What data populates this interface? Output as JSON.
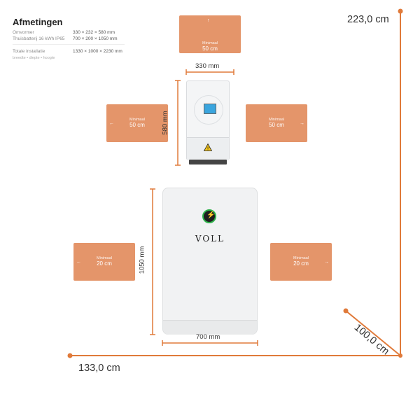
{
  "header": {
    "title": "Afmetingen",
    "specs": [
      {
        "label": "Omvormer",
        "value": "330 × 232 × 580 mm"
      },
      {
        "label": "Thuisbatterij 16 kWh IP65",
        "value": "700 × 200 × 1050 mm"
      }
    ],
    "total": {
      "label": "Totale installatie",
      "value": "1330 × 1000 × 2230 mm"
    },
    "total_sub": "breedte • diepte • hoogte"
  },
  "clearances": {
    "top": {
      "label": "Minimaal",
      "value": "50 cm"
    },
    "inverter_left": {
      "label": "Minimaal",
      "value": "50 cm"
    },
    "inverter_right": {
      "label": "Minimaal",
      "value": "50 cm"
    },
    "battery_left": {
      "label": "Minimaal",
      "value": "20 cm"
    },
    "battery_right": {
      "label": "Minimaal",
      "value": "20 cm"
    }
  },
  "dimensions": {
    "inverter_width": "330 mm",
    "inverter_height": "580 mm",
    "battery_height": "1050 mm",
    "battery_width": "700 mm",
    "total_height": "223,0 cm",
    "total_depth": "100,0 cm",
    "total_width": "133,0 cm"
  },
  "battery": {
    "brand": "VOLL"
  },
  "colors": {
    "clearance": "#e4956a",
    "axis": "#e07a3a",
    "accent_led": "#2fb24a"
  }
}
